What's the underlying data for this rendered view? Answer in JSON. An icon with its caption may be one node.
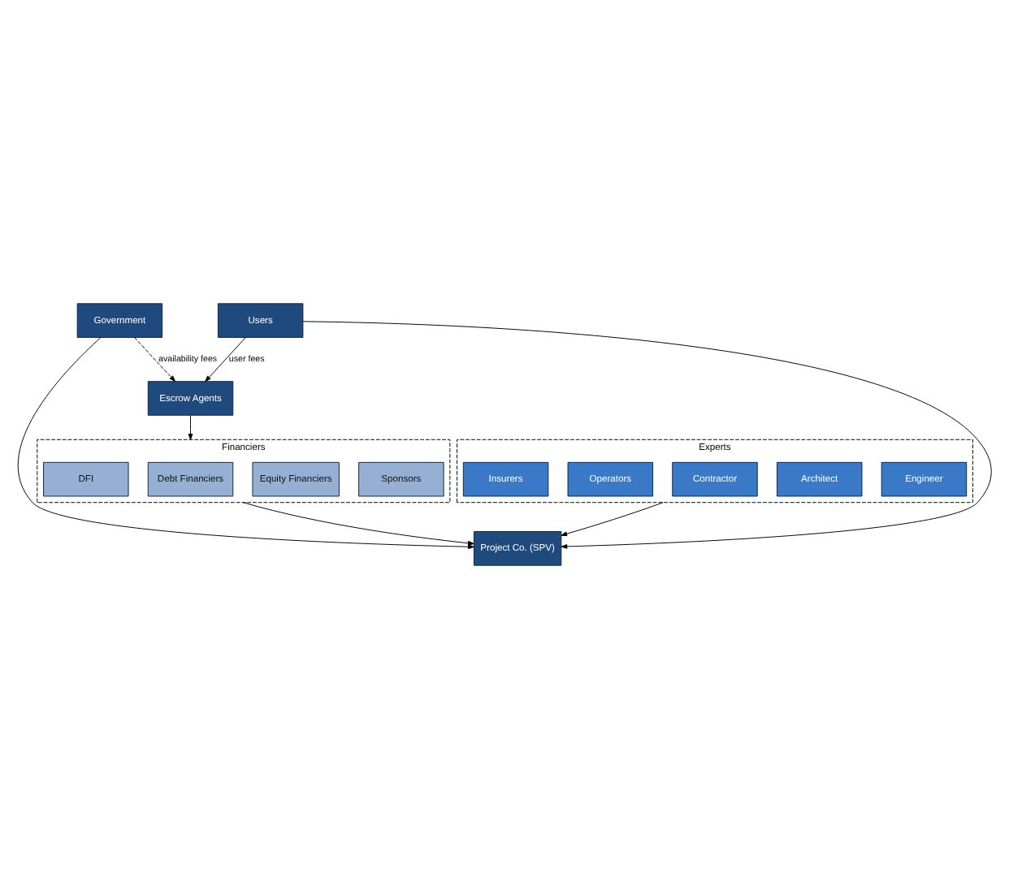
{
  "diagram": {
    "nodes": [
      {
        "text": [
          "Government"
        ]
      },
      {
        "text": [
          "Financiers"
        ]
      },
      {
        "text": [
          "Sponsors"
        ],
        "in": 1
      },
      {
        "text": [
          "Equity Financiers"
        ],
        "in": 1
      },
      {
        "text": [
          "Debt Financiers"
        ],
        "in": 1
      },
      {
        "text": [
          "DFI"
        ],
        "in": 1
      },
      {
        "text": [
          "Experts"
        ]
      },
      {
        "text": [
          "Engineer"
        ],
        "in": 6
      },
      {
        "text": [
          "Architect"
        ],
        "in": 6
      },
      {
        "text": [
          "Contractor"
        ],
        "in": 6
      },
      {
        "text": [
          "Operators"
        ],
        "in": 6
      },
      {
        "text": [
          "Insurers"
        ],
        "in": 6
      },
      {
        "text": [
          "Escrow Agents"
        ]
      },
      {
        "text": [
          "Project Co. (SPV)"
        ]
      },
      {
        "text": [
          "Users"
        ]
      }
    ],
    "edges": [
      {
        "from": 0,
        "to": 12,
        "arrow": "to",
        "label": "availability fees",
        "style": "dashed"
      },
      {
        "from": 0,
        "to": 13,
        "arrow": "to"
      },
      {
        "from": 12,
        "to": 1,
        "arrow": "to"
      },
      {
        "from": 1,
        "to": 13,
        "arrow": "to"
      },
      {
        "from": 6,
        "to": 13,
        "arrow": "to"
      },
      {
        "from": 14,
        "to": 13,
        "arrow": "to"
      },
      {
        "from": 14,
        "to": 12,
        "arrow": "to",
        "label": "user fees"
      }
    ]
  }
}
